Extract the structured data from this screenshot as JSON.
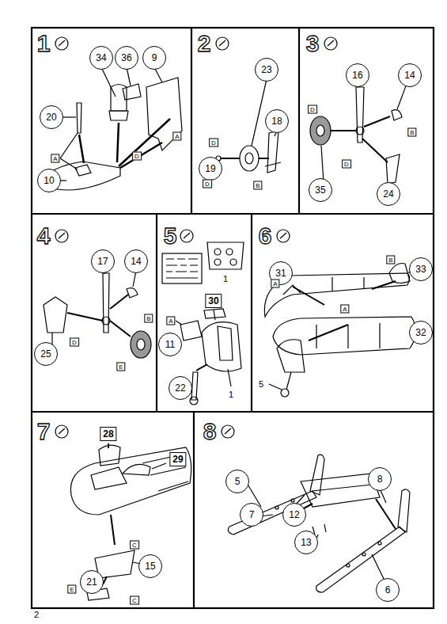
{
  "diagram": {
    "labels": [
      "1",
      "34",
      "36",
      "9",
      "20",
      "A",
      "D",
      "A",
      "10",
      "2",
      "23",
      "18",
      "D",
      "19",
      "D",
      "B",
      "3",
      "16",
      "14",
      "D",
      "B",
      "D",
      "35",
      "24",
      "4",
      "17",
      "14",
      "B",
      "D",
      "25",
      "E",
      "5",
      "1",
      "30",
      "A",
      "11",
      "22",
      "1",
      "6",
      "B",
      "31",
      "33",
      "A",
      "A",
      "32",
      "5",
      "7",
      "28",
      "29",
      "C",
      "15",
      "21",
      "E",
      "C",
      "8",
      "8",
      "5",
      "7",
      "12",
      "13",
      "6",
      "2"
    ]
  }
}
